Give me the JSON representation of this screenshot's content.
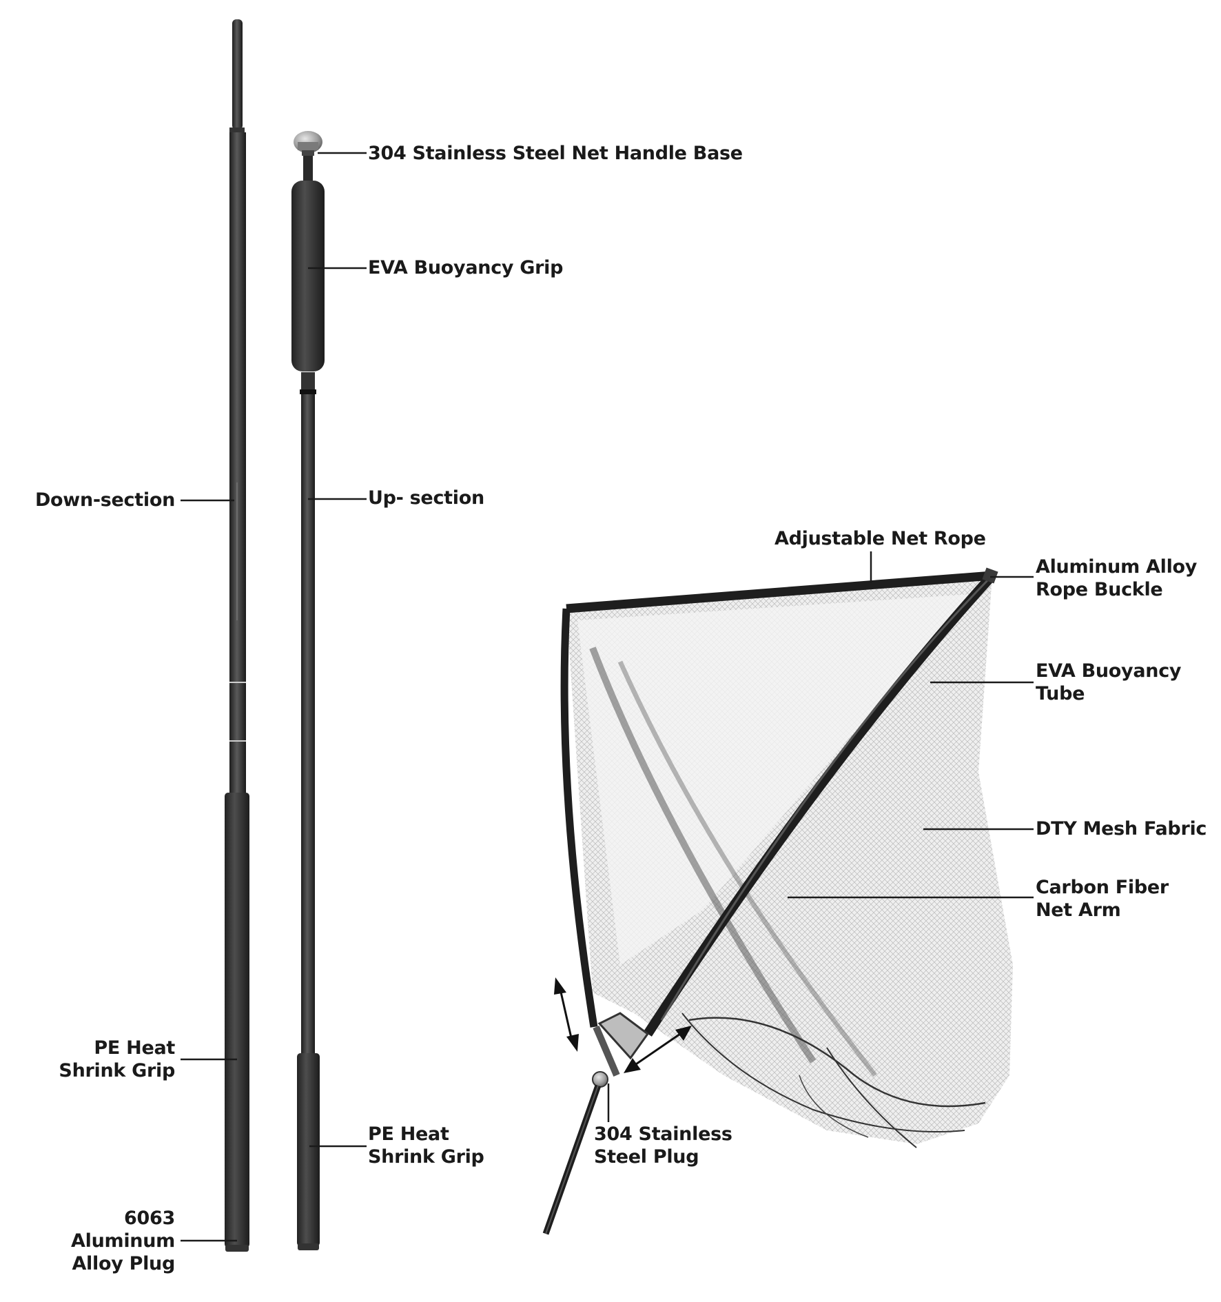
{
  "labels": {
    "handle_base": "304 Stainless Steel Net Handle Base",
    "eva_grip": "EVA Buoyancy Grip",
    "down_section": "Down-section",
    "up_section": "Up- section",
    "pe_grip_left": [
      "PE Heat",
      "Shrink Grip"
    ],
    "pe_grip_right": [
      "PE Heat",
      "Shrink Grip"
    ],
    "aluminum_plug": [
      "6063",
      "Aluminum",
      "Alloy Plug"
    ],
    "net_rope": "Adjustable Net Rope",
    "rope_buckle": [
      "Aluminum Alloy",
      "Rope Buckle"
    ],
    "eva_tube": [
      "EVA Buoyancy",
      "Tube"
    ],
    "mesh_fabric": "DTY Mesh Fabric",
    "net_arm": [
      "Carbon Fiber",
      "Net Arm"
    ],
    "steel_plug": [
      "304 Stainless",
      "Steel Plug"
    ]
  },
  "colors": {
    "pole_dark": "#2a2a2a",
    "pole_mid": "#4a4a4a",
    "mesh": "#6e6e6e",
    "steel": "#9a9a9a",
    "text": "#1a1a1a"
  }
}
